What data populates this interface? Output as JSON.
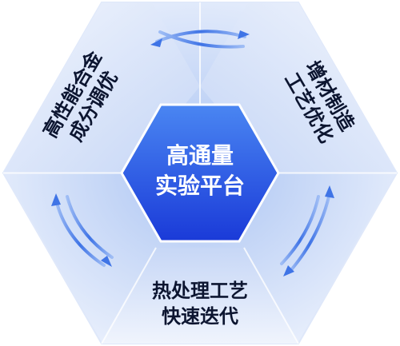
{
  "center": {
    "line1": "高通量",
    "line2": "实验平台"
  },
  "segments": {
    "top_left": {
      "line1": "高性能合金",
      "line2": "成分调优"
    },
    "top_right": {
      "line1": "增材制造",
      "line2": "工艺优化"
    },
    "bottom": {
      "line1": "热处理工艺",
      "line2": "快速迭代"
    }
  },
  "colors": {
    "center_dark": "#1a3ad8",
    "center_light": "#4a86f2",
    "segment_light": "#e8f0fd",
    "segment_mid": "#c5d6f6",
    "arrow": "#3f74e6",
    "text_dark": "#0c1530"
  }
}
